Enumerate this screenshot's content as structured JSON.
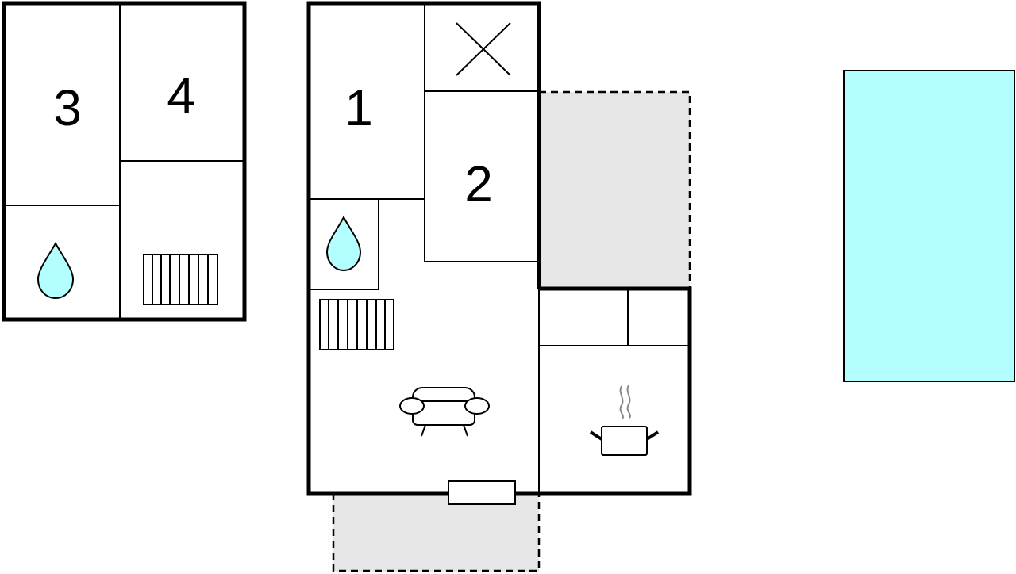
{
  "floor_plan": {
    "colors": {
      "wall": "#000000",
      "background": "#ffffff",
      "terrace": "#e6e6e6",
      "pool": "#b3ffff",
      "water": "#b3ffff",
      "icon_stroke": "#000000"
    },
    "rooms": {
      "bedroom_1": {
        "number": "1",
        "icon": "bedroom-number"
      },
      "bedroom_2": {
        "number": "2",
        "icon": "bedroom-number"
      },
      "bedroom_3": {
        "number": "3",
        "icon": "bedroom-number"
      },
      "bedroom_4": {
        "number": "4",
        "icon": "bedroom-number"
      },
      "upper_bathroom": {
        "icon": "water-drop-icon"
      },
      "lower_bathroom": {
        "icon": "water-drop-icon"
      },
      "upper_stairs": {
        "icon": "staircase-icon"
      },
      "lower_stairs": {
        "icon": "staircase-icon"
      },
      "storage": {
        "icon": "x-mark-icon"
      },
      "living_room": {
        "icon": "sofa-icon"
      },
      "kitchen": {
        "icon": "cooking-pot-icon"
      },
      "entrance": {
        "icon": "door-icon"
      },
      "side_terrace": {
        "icon": "terrace-area"
      },
      "front_terrace": {
        "icon": "terrace-area"
      },
      "pool": {
        "icon": "swimming-pool"
      }
    }
  }
}
